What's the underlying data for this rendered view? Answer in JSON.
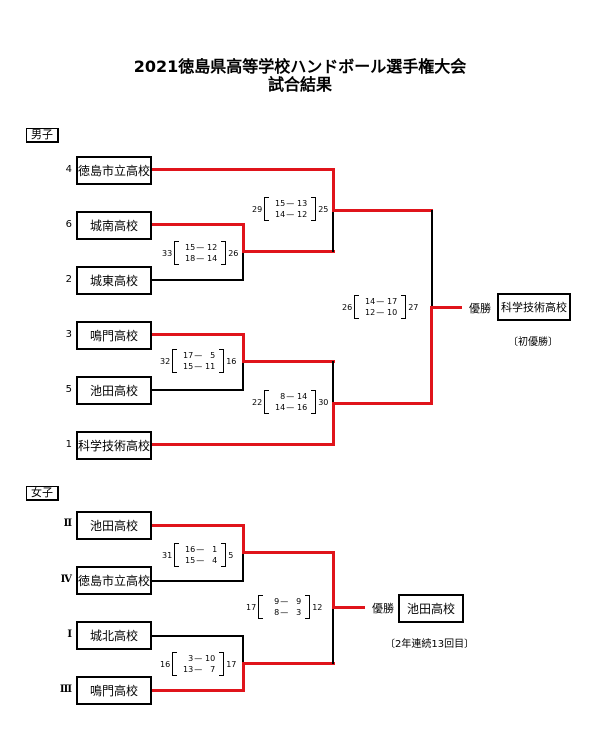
{
  "title": {
    "line1": "2021徳島県高等学校ハンドボール選手権大会",
    "line2": "試合結果"
  },
  "boys": {
    "label": "男子",
    "teams": [
      {
        "seed": "4",
        "name": "徳島市立高校"
      },
      {
        "seed": "6",
        "name": "城南高校"
      },
      {
        "seed": "2",
        "name": "城東高校"
      },
      {
        "seed": "3",
        "name": "鳴門高校"
      },
      {
        "seed": "5",
        "name": "池田高校"
      },
      {
        "seed": "1",
        "name": "科学技術高校"
      }
    ],
    "matches": [
      {
        "id": "r1-a",
        "left_total": "33",
        "right_total": "26",
        "halves": [
          [
            "15",
            "12"
          ],
          [
            "18",
            "14"
          ]
        ]
      },
      {
        "id": "sf-a",
        "left_total": "29",
        "right_total": "25",
        "halves": [
          [
            "15",
            "13"
          ],
          [
            "14",
            "12"
          ]
        ]
      },
      {
        "id": "r1-b",
        "left_total": "32",
        "right_total": "16",
        "halves": [
          [
            "17",
            "5"
          ],
          [
            "15",
            "11"
          ]
        ]
      },
      {
        "id": "sf-b",
        "left_total": "22",
        "right_total": "30",
        "halves": [
          [
            "8",
            "14"
          ],
          [
            "14",
            "16"
          ]
        ]
      },
      {
        "id": "final",
        "left_total": "26",
        "right_total": "27",
        "halves": [
          [
            "14",
            "17"
          ],
          [
            "12",
            "10"
          ]
        ]
      }
    ],
    "champion_label": "優勝",
    "champion": "科学技術高校",
    "champion_note": "〔初優勝〕"
  },
  "girls": {
    "label": "女子",
    "teams": [
      {
        "seed": "Ⅱ",
        "name": "池田高校"
      },
      {
        "seed": "Ⅳ",
        "name": "徳島市立高校"
      },
      {
        "seed": "Ⅰ",
        "name": "城北高校"
      },
      {
        "seed": "Ⅲ",
        "name": "鳴門高校"
      }
    ],
    "matches": [
      {
        "id": "sf-a",
        "left_total": "31",
        "right_total": "5",
        "halves": [
          [
            "16",
            "1"
          ],
          [
            "15",
            "4"
          ]
        ]
      },
      {
        "id": "sf-b",
        "left_total": "16",
        "right_total": "17",
        "halves": [
          [
            "3",
            "10"
          ],
          [
            "13",
            "7"
          ]
        ]
      },
      {
        "id": "final",
        "left_total": "17",
        "right_total": "12",
        "halves": [
          [
            "9",
            "9"
          ],
          [
            "8",
            "3"
          ]
        ]
      }
    ],
    "champion_label": "優勝",
    "champion": "池田高校",
    "champion_note": "〔2年連続13回目〕"
  },
  "colors": {
    "winner_line": "#e0141b",
    "loser_line": "#000000"
  }
}
